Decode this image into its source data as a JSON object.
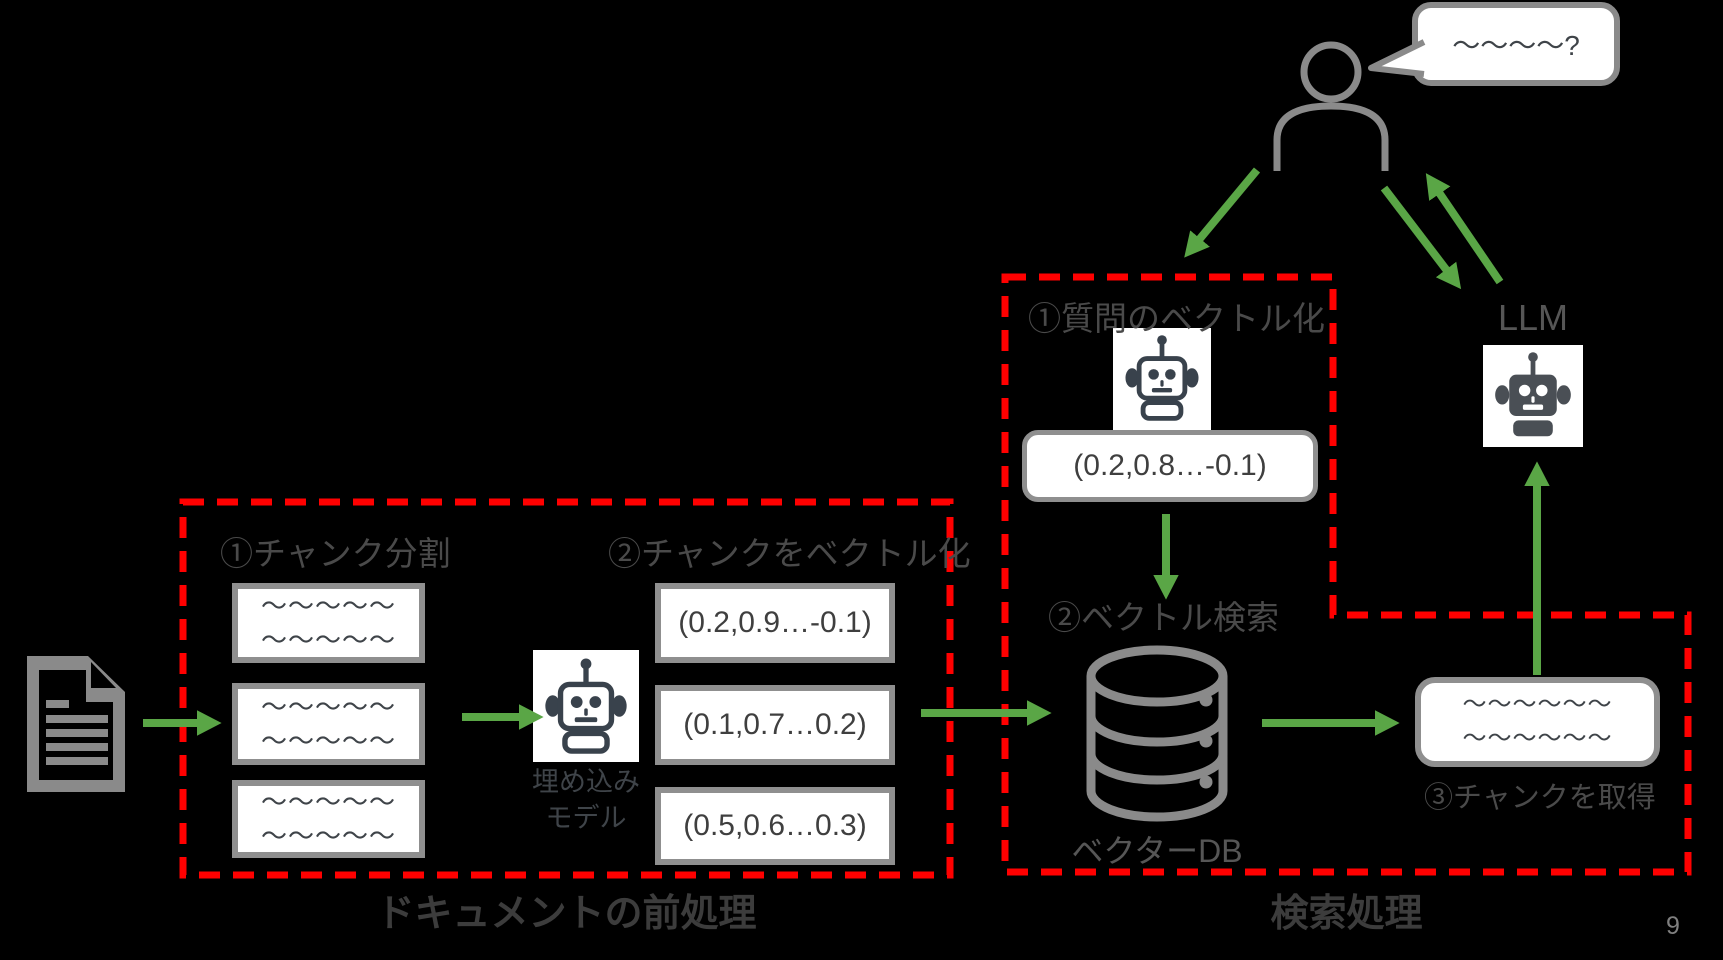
{
  "page": {
    "number": "9"
  },
  "colors": {
    "background": "#000000",
    "accent_green": "#5aa646",
    "dashed_red": "#ff0000",
    "icon_gray": "#8a8a8a",
    "dark_text": "#3f4449"
  },
  "user": {
    "speech_bubble_text": "〜〜〜〜?"
  },
  "llm": {
    "label": "LLM"
  },
  "preprocess": {
    "caption": "ドキュメントの前処理",
    "chunk_split": {
      "title": "①チャンク分割",
      "boxes": [
        [
          "〜〜〜〜〜",
          "〜〜〜〜〜"
        ],
        [
          "〜〜〜〜〜",
          "〜〜〜〜〜"
        ],
        [
          "〜〜〜〜〜",
          "〜〜〜〜〜"
        ]
      ]
    },
    "embedding_model": {
      "label_line1": "埋め込み",
      "label_line2": "モデル"
    },
    "vectorize": {
      "title": "②チャンクをベクトル化",
      "values": [
        "(0.2,0.9…-0.1)",
        "(0.1,0.7…0.2)",
        "(0.5,0.6…0.3)"
      ]
    }
  },
  "retrieval": {
    "caption": "検索処理",
    "query_vectorize": {
      "title": "①質問のベクトル化",
      "vector": "(0.2,0.8…-0.1)"
    },
    "vector_search": {
      "title": "②ベクトル検索",
      "db_label": "ベクターDB"
    },
    "chunk_retrieve": {
      "title": "③チャンクを取得",
      "lines": [
        "〜〜〜〜〜〜",
        "〜〜〜〜〜〜"
      ]
    }
  }
}
